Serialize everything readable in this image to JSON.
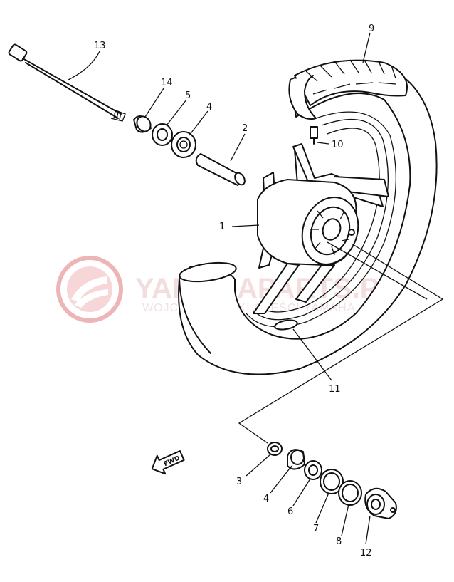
{
  "labels": {
    "p1": "1",
    "p2": "2",
    "p3": "3",
    "p4a": "4",
    "p4b": "4",
    "p5": "5",
    "p6": "6",
    "p7": "7",
    "p8": "8",
    "p9": "9",
    "p10": "10",
    "p11": "11",
    "p12": "12",
    "p13": "13",
    "p14": "14"
  },
  "arrow": {
    "text": "FWD"
  },
  "watermark": {
    "brand": "YAMAHAPARTS.PL",
    "subtitle": "WOJCIECHOWSKI CZĘŚCI YAMAHA",
    "color": "#e07a7a"
  }
}
